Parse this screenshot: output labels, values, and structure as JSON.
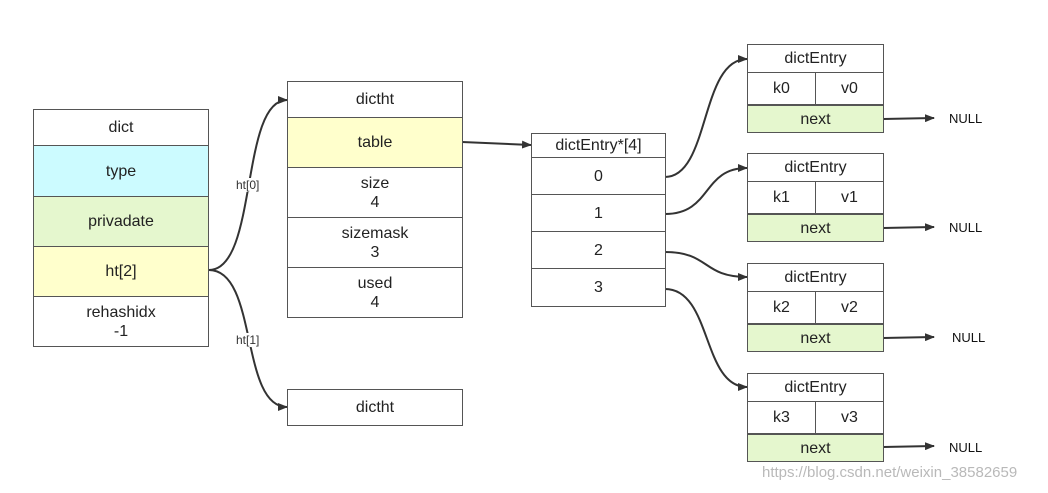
{
  "colors": {
    "cyan": "#ccfbff",
    "green": "#e5f7ce",
    "yellow": "#ffffcc",
    "line": "#333333"
  },
  "dict": {
    "title": "dict",
    "type": "type",
    "privadate": "privadate",
    "ht": "ht[2]",
    "rehashidx_label": "rehashidx",
    "rehashidx_value": "-1"
  },
  "edge_labels": {
    "ht0": "ht[0]",
    "ht1": "ht[1]"
  },
  "dictht0": {
    "title": "dictht",
    "table": "table",
    "size_label": "size",
    "size_value": "4",
    "sizemask_label": "sizemask",
    "sizemask_value": "3",
    "used_label": "used",
    "used_value": "4"
  },
  "dictht1": {
    "title": "dictht"
  },
  "table_array": {
    "title": "dictEntry*[4]",
    "slots": [
      "0",
      "1",
      "2",
      "3"
    ]
  },
  "entries": [
    {
      "title": "dictEntry",
      "key": "k0",
      "value": "v0",
      "next": "next",
      "null": "NULL"
    },
    {
      "title": "dictEntry",
      "key": "k1",
      "value": "v1",
      "next": "next",
      "null": "NULL"
    },
    {
      "title": "dictEntry",
      "key": "k2",
      "value": "v2",
      "next": "next",
      "null": "NULL"
    },
    {
      "title": "dictEntry",
      "key": "k3",
      "value": "v3",
      "next": "next",
      "null": "NULL"
    }
  ],
  "watermark": "https://blog.csdn.net/weixin_38582659"
}
